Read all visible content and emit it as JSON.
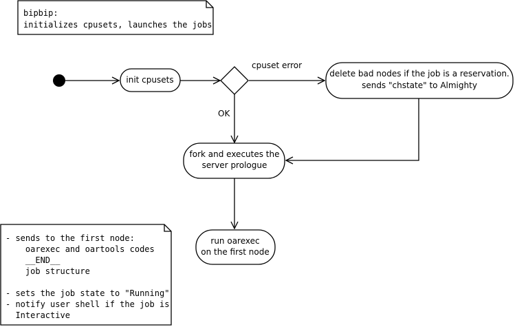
{
  "note_top": {
    "lines": [
      "bipbip:",
      "initializes cpusets, launches the jobs"
    ]
  },
  "nodes": {
    "init_cpusets": "init cpusets",
    "delete_bad_nodes": [
      "delete bad nodes if the job is a reservation.",
      "sends \"chstate\" to Almighty"
    ],
    "fork_prologue": [
      "fork and executes the",
      "server prologue"
    ],
    "run_oarexec": [
      "run oarexec",
      "on the first node"
    ]
  },
  "edge_labels": {
    "cpuset_error": "cpuset error",
    "ok": "OK"
  },
  "note_bottom": {
    "lines": [
      "- sends to the first node:",
      "    oarexec and oartools codes",
      "    __END__",
      "    job structure",
      "",
      "- sets the job state to \"Running\"",
      "- notify user shell if the job is",
      "  Interactive"
    ]
  }
}
